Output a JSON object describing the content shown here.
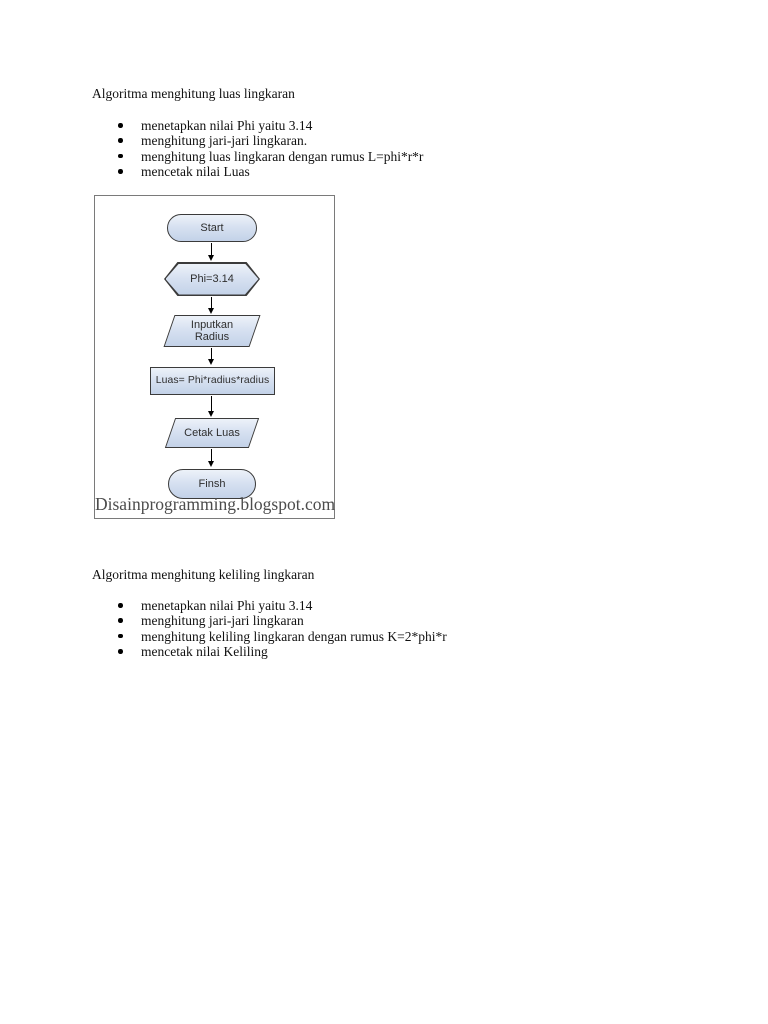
{
  "sections": [
    {
      "title": "Algoritma menghitung luas lingkaran",
      "bullets": [
        "menetapkan nilai Phi yaitu 3.14",
        "menghitung jari-jari lingkaran.",
        "menghitung luas lingkaran dengan rumus L=phi*r*r",
        "mencetak nilai Luas"
      ]
    },
    {
      "title": "Algoritma menghitung keliling lingkaran",
      "bullets": [
        "menetapkan nilai Phi yaitu 3.14",
        "menghitung jari-jari lingkaran",
        "menghitung keliling lingkaran dengan rumus K=2*phi*r",
        "mencetak nilai Keliling"
      ]
    }
  ],
  "flowchart": {
    "caption": "Disainprogramming.blogspot.com",
    "nodes": [
      {
        "type": "terminator",
        "label": "Start"
      },
      {
        "type": "preparation",
        "label": "Phi=3.14"
      },
      {
        "type": "data",
        "label": "Inputkan\nRadius"
      },
      {
        "type": "process",
        "label": "Luas= Phi*radius*radius"
      },
      {
        "type": "data",
        "label": "Cetak Luas"
      },
      {
        "type": "terminator",
        "label": "Finsh"
      }
    ],
    "colors": {
      "node_fill_top": "#edf2f9",
      "node_fill_bottom": "#c3d2e8",
      "node_border": "#3b3b3b",
      "frame_border": "#7a7a7a",
      "caption_text": "#4c4c4c"
    }
  }
}
